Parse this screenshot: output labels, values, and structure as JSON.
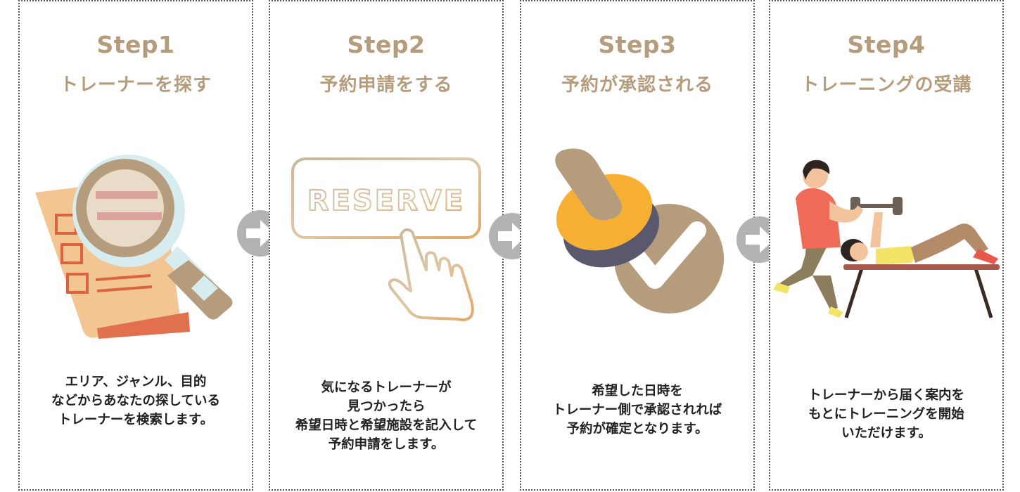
{
  "steps": [
    {
      "label": "Step1",
      "title": "トレーナーを探す",
      "desc": [
        "エリア、ジャンル、目的",
        "などからあなたの探している",
        "トレーナーを検索します。"
      ]
    },
    {
      "label": "Step2",
      "title": "予約申請をする",
      "button_text": "RESERVE",
      "desc": [
        "気になるトレーナーが",
        "見つかったら",
        "希望日時と希望施設を記入して",
        "予約申請をします。"
      ]
    },
    {
      "label": "Step3",
      "title": "予約が承認される",
      "desc": [
        "希望した日時を",
        "トレーナー側で承認されれば",
        "予約が確定となります。"
      ]
    },
    {
      "label": "Step4",
      "title": "トレーニングの受講",
      "desc": [
        "トレーナーから届く案内を",
        "もとにトレーニングを開始",
        "いただけます。"
      ]
    }
  ],
  "colors": {
    "accent": "#b49c7d",
    "arrow": "#b3b3b3",
    "text": "#222222"
  },
  "icons": [
    "magnifier-document-icon",
    "reserve-button-hand-icon",
    "approval-stamp-icon",
    "trainer-bench-press-icon",
    "arrow-right-icon"
  ]
}
